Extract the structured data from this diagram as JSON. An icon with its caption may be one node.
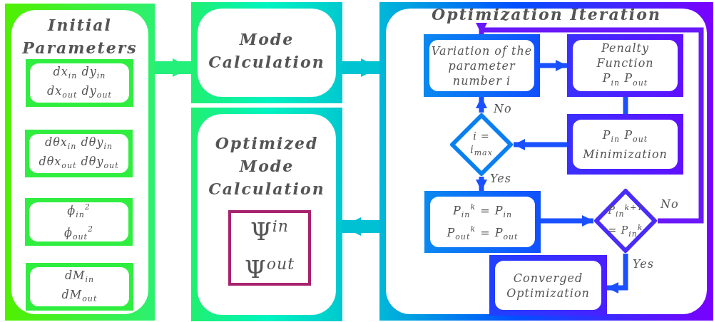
{
  "diagram": {
    "nodes": [
      {
        "text": [
          "Initial Parameters"
        ]
      },
      {
        "text": [
          "dx$_{in}$ dy$_{in}$ dx$_{out}$ dy$_{out}$"
        ],
        "in": 0
      },
      {
        "text": [
          "dθx$_{in}$ dθy$_{in}$ dθx$_{out}$ dθy$_{out}$"
        ],
        "in": 0
      },
      {
        "text": [
          "ϕ$_{in}$$^{2}$ ϕ$_{out}$$^{2}$"
        ],
        "in": 0
      },
      {
        "text": [
          "dM$_{in}$ dM$_{out}$"
        ],
        "in": 0
      },
      {
        "text": [
          "Mode Calculation"
        ]
      },
      {
        "text": [
          "Optimized Mode Calculation"
        ]
      },
      {
        "text": [
          "Ψ$^{in}$ Ψ$^{out}$"
        ],
        "in": 6
      },
      {
        "text": [
          "Optimization Iteration"
        ]
      },
      {
        "text": [
          "Variation of the parameter number i"
        ],
        "in": 8
      },
      {
        "text": [
          "Penalty Function P$_{in}$ P$_{out}$"
        ],
        "in": 8
      },
      {
        "text": [
          "P$_{in}$ P$_{out}$ Minimization"
        ],
        "in": 8
      },
      {
        "text": [
          "i = i$_{max}$"
        ],
        "in": 8
      },
      {
        "text": [
          "P$_{in}$$^{k}$ = P$_{in}$ P$_{out}$$^{k}$ = P$_{out}$"
        ],
        "in": 8
      },
      {
        "text": [
          "P$_{in}$$^{k+1}$ = P$_{in}$$^{k}$"
        ],
        "in": 8
      },
      {
        "text": [
          "Converged Optimization"
        ],
        "in": 8
      }
    ],
    "edges": [
      {
        "from": 0,
        "to": 5,
        "arrow": "to",
        "style": "thick",
        "color": "#22f07a"
      },
      {
        "from": 5,
        "to": 8,
        "arrow": "to",
        "style": "thick",
        "color": "#00c4d2"
      },
      {
        "from": 8,
        "to": 6,
        "arrow": "to",
        "style": "thick",
        "color": "#00c0d4"
      },
      {
        "from": 9,
        "to": 10,
        "arrow": "to"
      },
      {
        "from": 10,
        "to": 11,
        "arrow": "none"
      },
      {
        "from": 11,
        "to": 12,
        "arrow": "to"
      },
      {
        "from": 12,
        "to": 9,
        "arrow": "to",
        "label": "No"
      },
      {
        "from": 12,
        "to": 13,
        "arrow": "to",
        "label": "Yes"
      },
      {
        "from": 13,
        "to": 14,
        "arrow": "to"
      },
      {
        "from": 14,
        "to": 15,
        "arrow": "to",
        "label": "Yes"
      },
      {
        "from": 14,
        "to": 9,
        "arrow": "to",
        "label": "No",
        "color": "#6a18fa"
      }
    ]
  }
}
